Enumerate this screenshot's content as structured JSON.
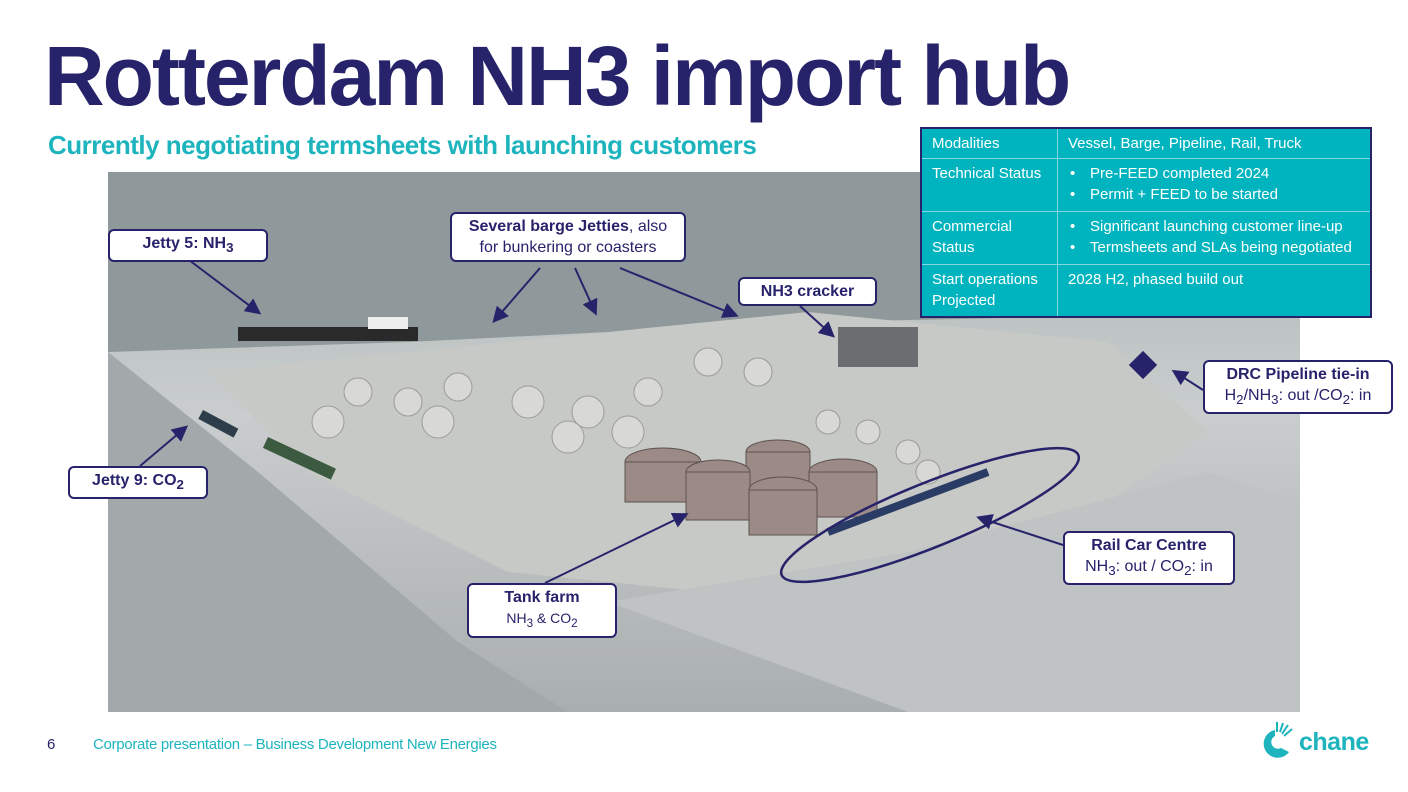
{
  "header": {
    "title": "Rotterdam NH3 import hub",
    "subtitle": "Currently negotiating termsheets with launching customers"
  },
  "table": {
    "rows": [
      {
        "label": "Modalities",
        "value": "Vessel, Barge, Pipeline, Rail, Truck"
      },
      {
        "label": "Technical Status",
        "bullets": [
          "Pre-FEED completed 2024",
          "Permit + FEED to be started"
        ]
      },
      {
        "label": "Commercial Status",
        "bullets": [
          "Significant launching customer line-up",
          "Termsheets and SLAs being negotiated"
        ]
      },
      {
        "label": "Start operations Projected",
        "value": "2028 H2, phased build out"
      }
    ]
  },
  "callouts": {
    "jetty5": {
      "label": "Jetty 5: NH",
      "sub": "3"
    },
    "barge": {
      "bold": "Several barge Jetties",
      "rest": ", also",
      "line2": "for bunkering or coasters"
    },
    "cracker": {
      "label": "NH3 cracker"
    },
    "drc": {
      "title": "DRC Pipeline tie-in",
      "h": "H",
      "s2": "2",
      "nh": "/NH",
      "s3": "3",
      "out": ": out /CO",
      "s2b": "2",
      "in": ": in"
    },
    "jetty9": {
      "label": "Jetty 9: CO",
      "sub": "2"
    },
    "rail": {
      "title": "Rail Car Centre",
      "nh": "NH",
      "s3": "3",
      "out": ": out / CO",
      "s2": "2",
      "in": ": in"
    },
    "tank": {
      "title": "Tank farm",
      "nh": "NH",
      "s3": "3",
      "amp": " & CO",
      "s2": "2"
    }
  },
  "footer": {
    "page": "6",
    "text": "Corporate presentation – Business Development New Energies"
  },
  "logo": {
    "text": "chane"
  },
  "colors": {
    "navy": "#27236b",
    "teal": "#00b4bf"
  }
}
